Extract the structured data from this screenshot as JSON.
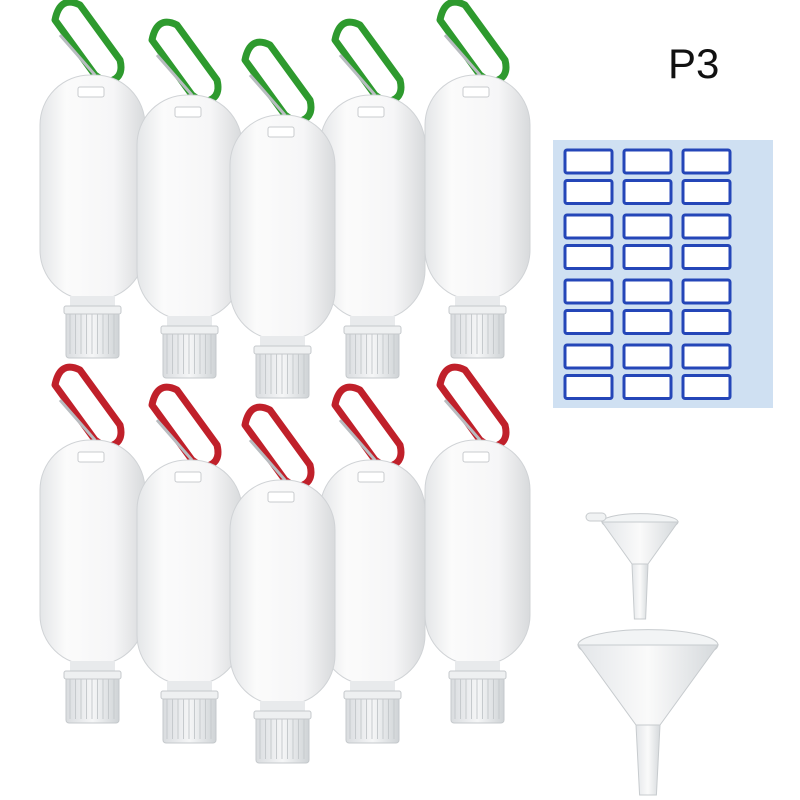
{
  "product_label": "P3",
  "colors": {
    "green_carabiner": "#2e9a2e",
    "red_carabiner": "#c0202a",
    "label_border": "#2446b8",
    "sheet_bg": "#cfe0f2"
  },
  "rows": [
    {
      "carabiner": "green",
      "count": 5
    },
    {
      "carabiner": "red",
      "count": 5
    }
  ],
  "label_sheet": {
    "columns": 3,
    "rows": 8
  },
  "funnels": {
    "count": 2
  }
}
